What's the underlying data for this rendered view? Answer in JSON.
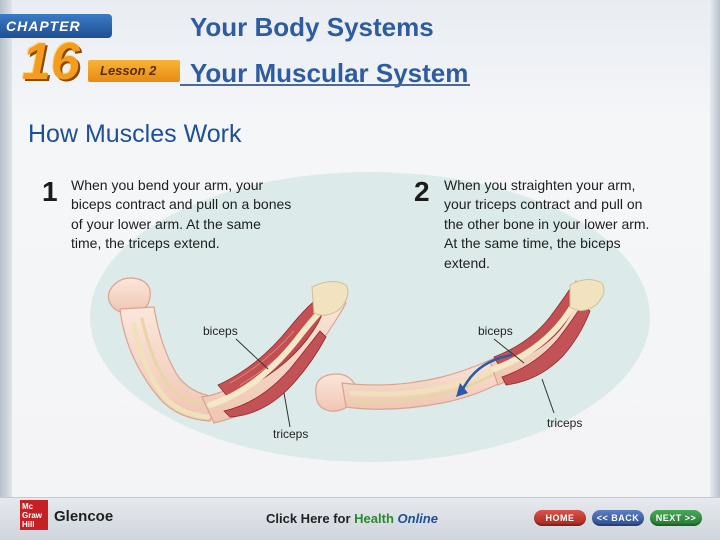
{
  "header": {
    "chapter_label": "CHAPTER",
    "chapter_number": "16",
    "lesson_label": "Lesson 2",
    "series_title": "Your Body Systems",
    "lesson_title": "Your Muscular System"
  },
  "main": {
    "section_title": "How Muscles Work",
    "steps": [
      {
        "number": "1",
        "text": "When you bend your arm, your biceps contract and pull on a bones of your lower arm. At the same time, the triceps extend."
      },
      {
        "number": "2",
        "text": "When you straighten your arm, your triceps contract and pull on the other bone in your lower arm. At the same time, the biceps extend."
      }
    ],
    "illustration": {
      "bent_arm": {
        "biceps_label": "biceps",
        "triceps_label": "triceps"
      },
      "straight_arm": {
        "biceps_label": "biceps",
        "triceps_label": "triceps"
      }
    }
  },
  "footer": {
    "logo_lines": [
      "Mc",
      "Graw",
      "Hill"
    ],
    "publisher": "Glencoe",
    "link_prefix": "Click Here for ",
    "link_health": "Health",
    "link_online": "Online",
    "buttons": {
      "home": "HOME",
      "back": "<< BACK",
      "next": "NEXT >>"
    }
  },
  "colors": {
    "brand_blue": "#2d5ca0",
    "chapter_orange": "#f39c1e",
    "home_button": "#c0392b",
    "back_button": "#3b5fa8",
    "next_button": "#2e8b3e",
    "muscle": "#c8474a",
    "skin": "#f6d9c8",
    "bone": "#f2e6c6",
    "ellipse": "#dcebea"
  }
}
